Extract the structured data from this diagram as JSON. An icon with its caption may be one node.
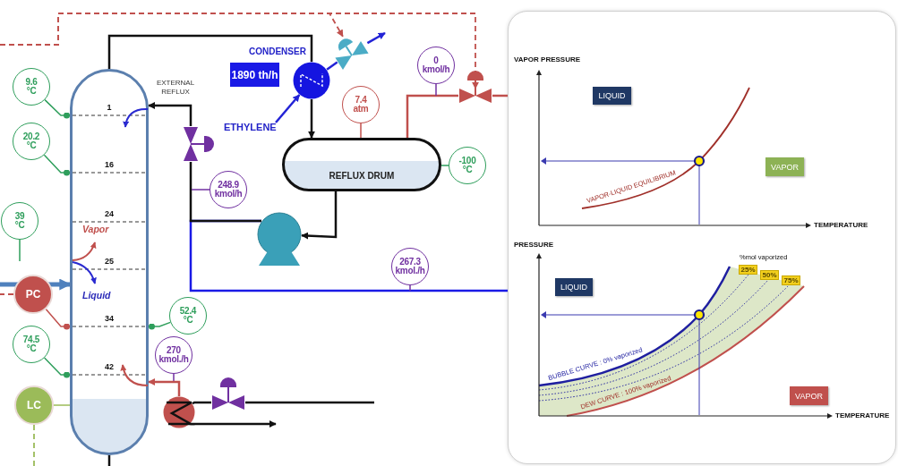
{
  "diagram": {
    "nodes": [
      {
        "text": [],
        "shape": "cylinder"
      },
      {
        "text": [
          "9.6 °C"
        ]
      },
      {
        "text": [
          "20.2 °C"
        ]
      },
      {
        "text": [
          "39 °C"
        ]
      },
      {
        "text": [
          "PC"
        ]
      },
      {
        "text": [
          "74.5 °C"
        ]
      },
      {
        "text": [
          "LC"
        ]
      },
      {
        "text": [
          "CONDENSER"
        ]
      },
      {
        "text": [
          "1890 th/h"
        ]
      },
      {
        "text": [
          "ETHYLENE"
        ]
      },
      {
        "text": [],
        "shape": "valve"
      },
      {
        "text": [
          "7.4 atm"
        ]
      },
      {
        "text": [
          "0 kmol/h"
        ]
      },
      {
        "text": [],
        "shape": "valve"
      },
      {
        "text": [
          "REFLUX DRUM"
        ]
      },
      {
        "text": [
          "-100 °C"
        ]
      },
      {
        "text": [],
        "shape": "pump"
      },
      {
        "text": [],
        "shape": "valve"
      },
      {
        "text": [
          "248.9 kmol/h"
        ]
      },
      {
        "text": [
          "267.3 kmol./h"
        ]
      },
      {
        "text": [
          "52.4 °C"
        ]
      },
      {
        "text": [
          "270 kmol./h"
        ]
      },
      {
        "text": [],
        "shape": "circle"
      },
      {
        "text": [],
        "shape": "valve"
      },
      {
        "text": [
          "LIQUID"
        ]
      },
      {
        "text": [
          "VAPOR"
        ]
      },
      {
        "text": [
          "LIQUID"
        ]
      },
      {
        "text": [
          "25%"
        ]
      },
      {
        "text": [
          "50%"
        ]
      },
      {
        "text": [
          "75%"
        ]
      },
      {
        "text": [
          "VAPOR"
        ]
      }
    ],
    "edges": [
      {
        "from": 0,
        "to": 7,
        "arrow": "none"
      },
      {
        "from": 9,
        "to": 7,
        "arrow": "to",
        "color": "#2323d6"
      },
      {
        "from": 7,
        "to": 10,
        "arrow": "none",
        "color": "#2323d6"
      },
      {
        "from": 10,
        "to": null,
        "arrow": "to",
        "color": "#2323d6"
      },
      {
        "from": null,
        "to": 10,
        "arrow": "to",
        "style": "dashed",
        "color": "#c0504d"
      },
      {
        "from": null,
        "to": 13,
        "arrow": "to",
        "style": "dashed",
        "color": "#c0504d"
      },
      {
        "from": 7,
        "to": 14,
        "arrow": "to"
      },
      {
        "from": 11,
        "to": 14,
        "arrow": "none",
        "color": "#c0504d"
      },
      {
        "from": 14,
        "to": 13,
        "arrow": "none",
        "color": "#c0504d"
      },
      {
        "from": 12,
        "to": null,
        "arrow": "none",
        "color": "#7030a0"
      },
      {
        "from": 13,
        "to": null,
        "arrow": "none",
        "color": "#c0504d"
      },
      {
        "from": 14,
        "to": 15,
        "arrow": "none",
        "color": "#2e9e5b"
      },
      {
        "from": 1,
        "to": 0,
        "arrow": "other",
        "color": "#2e9e5b"
      },
      {
        "from": 2,
        "to": 0,
        "arrow": "other",
        "color": "#2e9e5b"
      },
      {
        "from": 14,
        "to": 16,
        "arrow": "to"
      },
      {
        "from": 16,
        "to": null,
        "arrow": "none",
        "color": "#1a1ae6"
      },
      {
        "from": 16,
        "to": 17,
        "arrow": "none"
      },
      {
        "from": 17,
        "to": 0,
        "arrow": "to",
        "label": "EXTERNAL REFLUX"
      },
      {
        "from": 18,
        "to": null,
        "arrow": "none",
        "color": "#7030a0"
      },
      {
        "from": 3,
        "to": null,
        "arrow": "none",
        "color": "#2e9e5b"
      },
      {
        "from": null,
        "to": 0,
        "arrow": "to",
        "style": "thick",
        "color": "#4f81bd"
      },
      {
        "from": 4,
        "to": 0,
        "arrow": "other",
        "color": "#c0504d"
      },
      {
        "from": 4,
        "to": null,
        "arrow": "none",
        "style": "dashed",
        "color": "#c0504d"
      },
      {
        "from": 19,
        "to": null,
        "arrow": "none",
        "color": "#7030a0"
      },
      {
        "from": 20,
        "to": 0,
        "arrow": "other",
        "color": "#2e9e5b"
      },
      {
        "from": 5,
        "to": 0,
        "arrow": "other",
        "color": "#2e9e5b"
      },
      {
        "from": 21,
        "to": null,
        "arrow": "none",
        "color": "#7030a0"
      },
      {
        "from": 22,
        "to": 0,
        "arrow": "to",
        "color": "#c0504d"
      },
      {
        "from": null,
        "to": 23,
        "arrow": "none"
      },
      {
        "from": 23,
        "to": 22,
        "arrow": "none"
      },
      {
        "from": 22,
        "to": null,
        "arrow": "to"
      },
      {
        "from": 6,
        "to": 0,
        "arrow": "none",
        "color": "#9bbb59"
      },
      {
        "from": 6,
        "to": null,
        "arrow": "none",
        "style": "dashed",
        "color": "#9bbb59"
      },
      {
        "from": 0,
        "to": null,
        "arrow": "none"
      }
    ],
    "labels": [
      "1",
      "16",
      "24",
      "Vapor",
      "25",
      "Liquid",
      "34",
      "42",
      "VAPOR PRESSURE",
      "VAPOR-LIQUID EQUILIBRIUM",
      "TEMPERATURE",
      "PRESSURE",
      "%mol vaporized",
      "BUBBLE CURVE : 0% vaporized",
      "DEW CURVE : 100% vaporized",
      "TEMPERATURE"
    ]
  }
}
